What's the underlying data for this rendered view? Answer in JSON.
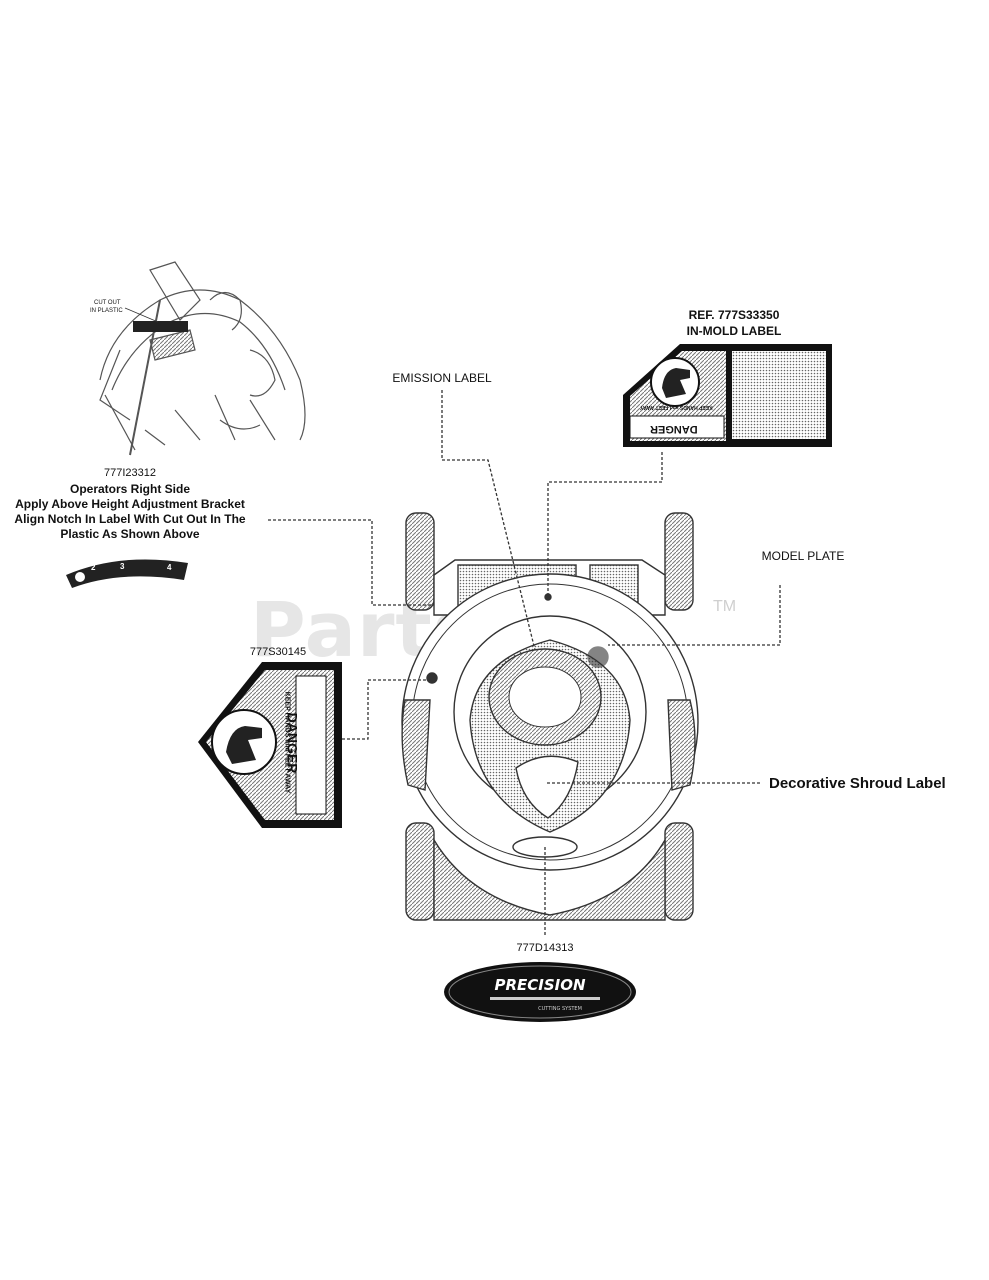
{
  "watermark": {
    "text": "PartsTree",
    "tm": "TM"
  },
  "callouts": {
    "emission_label": "EMISSION LABEL",
    "ref_part": "REF. 777S33350",
    "in_mold": "IN-MOLD LABEL",
    "model_plate": "MODEL PLATE",
    "decorative_shroud": "Decorative Shroud Label",
    "part_777d14313": "777D14313",
    "part_777s30145": "777S30145",
    "part_777i23312": "777I23312",
    "operators_right": "Operators Right Side",
    "apply_above": "Apply Above Height Adjustment Bracket",
    "align_notch": "Align Notch In Label With Cut Out In The",
    "plastic_shown": "Plastic As Shown Above",
    "cut_out_line1": "CUT OUT",
    "cut_out_line2": "IN PLASTIC"
  },
  "labels": {
    "danger": "DANGER",
    "keep_hands": "KEEP HANDS and FEET AWAY",
    "precision": "PRECISION",
    "precision_sub": "CUTTING SYSTEM",
    "height_numbers": [
      "2",
      "3",
      "4"
    ]
  }
}
